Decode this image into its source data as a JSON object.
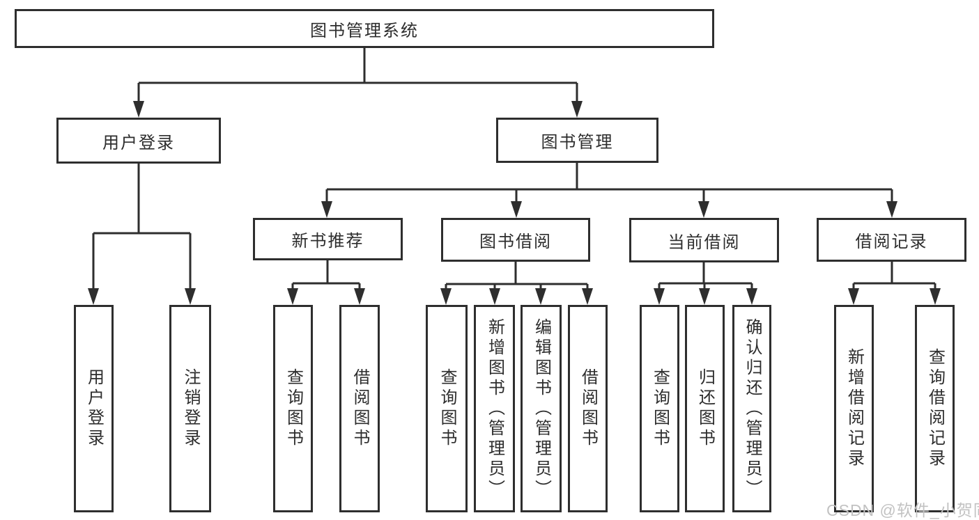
{
  "colors": {
    "line": "#2e2e2e",
    "text": "#2d2d2d",
    "box_background": "#ffffff",
    "watermark": "#c2c2c2",
    "page_background": "#ffffff"
  },
  "watermark": {
    "text": "CSDN @软件_小贺同学"
  },
  "nodes": {
    "root": "图书管理系统",
    "user_login": "用户登录",
    "book_mgmt": "图书管理",
    "new_book": "新书推荐",
    "book_borrow": "图书借阅",
    "current_borrow": "当前借阅",
    "borrow_records": "借阅记录",
    "user_leaves": [
      "用户登录",
      "注销登录"
    ],
    "new_book_leaves": [
      "查询图书",
      "借阅图书"
    ],
    "book_borrow_leaves": [
      "查询图书",
      "新增图书（管理员）",
      "编辑图书（管理员）",
      "借阅图书"
    ],
    "current_borrow_leaves": [
      "查询图书",
      "归还图书",
      "确认归还（管理员）"
    ],
    "borrow_records_leaves": [
      "新增借阅记录",
      "查询借阅记录"
    ]
  }
}
